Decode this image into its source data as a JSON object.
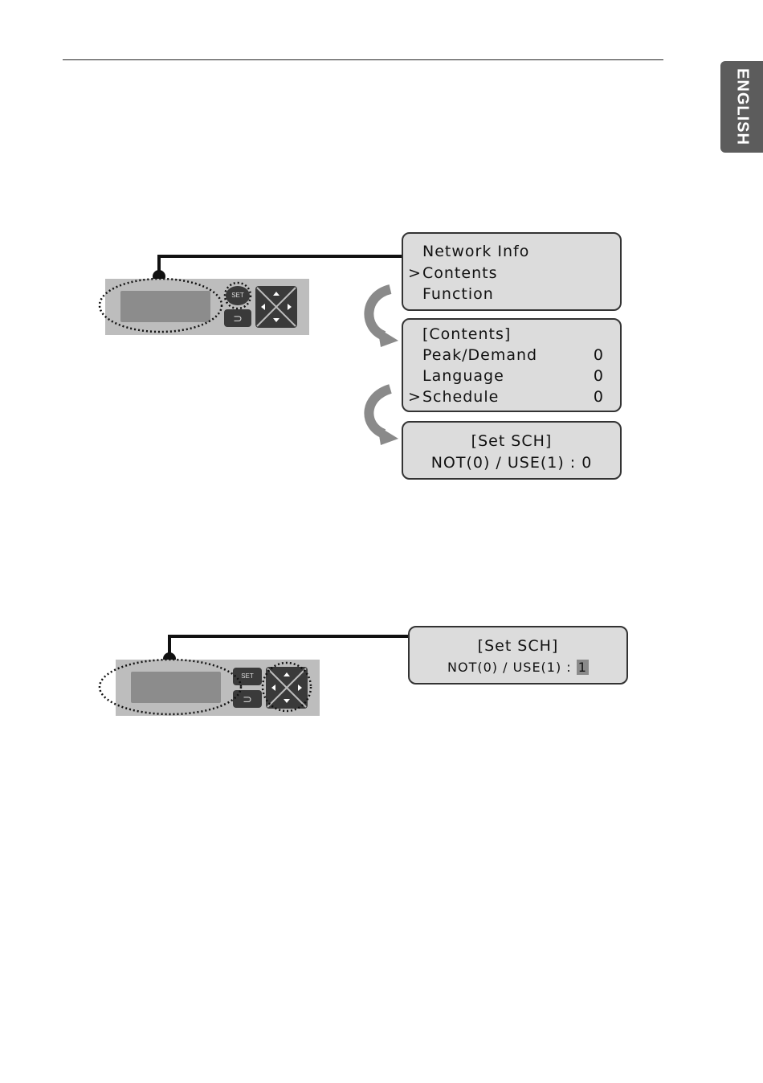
{
  "sidebar": {
    "language_tab": "ENGLISH"
  },
  "diagram1": {
    "screen_menu": {
      "rows": [
        {
          "cursor": "",
          "label": "Network Info"
        },
        {
          "cursor": ">",
          "label": "Contents"
        },
        {
          "cursor": "",
          "label": "Function"
        }
      ]
    },
    "screen_contents": {
      "title": "[Contents]",
      "rows": [
        {
          "cursor": "",
          "label": "Peak/Demand",
          "value": "0"
        },
        {
          "cursor": "",
          "label": "Language",
          "value": "0"
        },
        {
          "cursor": ">",
          "label": "Schedule",
          "value": "0"
        }
      ]
    },
    "screen_setsch": {
      "title": "[Set SCH]",
      "line": "NOT(0) / USE(1) : 0"
    },
    "controller": {
      "set_label": "SET"
    }
  },
  "diagram2": {
    "screen_setsch": {
      "title": "[Set SCH]",
      "line_prefix": "NOT(0) / USE(1) : ",
      "selected_value": "1"
    },
    "controller": {
      "set_label": "SET"
    }
  },
  "colors": {
    "lcd_bg": "#dcdcdc",
    "panel_bg": "#bdbdbd",
    "button": "#3a3a3a",
    "tab_bg": "#5c5c5c"
  }
}
